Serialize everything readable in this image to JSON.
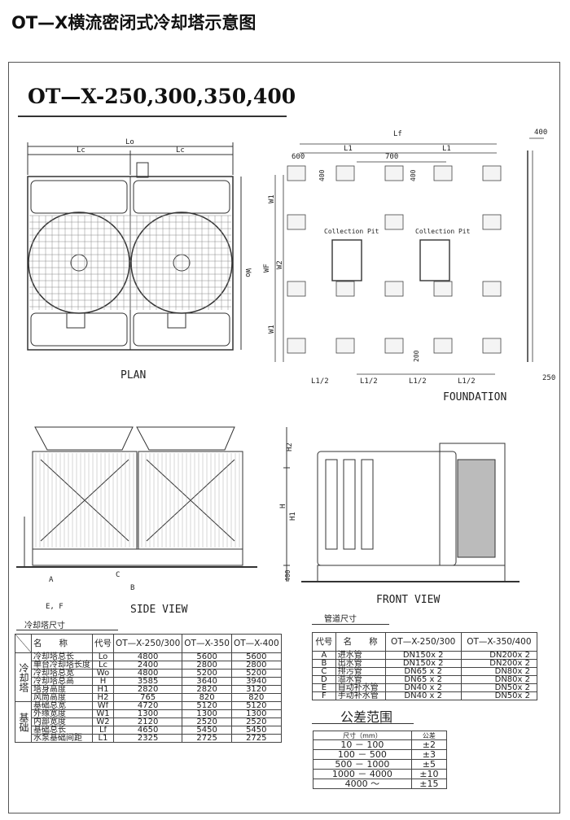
{
  "header": {
    "title": "OT—X横流密闭式冷却塔示意图",
    "subtitle": "OT—X-250,300,350,400"
  },
  "plan": {
    "label": "PLAN",
    "dims": {
      "lo": "Lo",
      "lc_left": "Lc",
      "lc_right": "Lc",
      "wo": "Wo"
    }
  },
  "foundation": {
    "label": "FOUNDATION",
    "pit_label_1": "Collection Pit",
    "pit_label_2": "Collection Pit",
    "dims": {
      "lf": "Lf",
      "l1_a": "L1",
      "l1_b": "L1",
      "d600": "600",
      "d700": "700",
      "d400_top": "400",
      "d400_a": "400",
      "d400_b": "400",
      "w1_top": "W1",
      "wf": "WF",
      "w2": "W2",
      "w1_bottom": "W1",
      "d200": "200",
      "half_a": "L1/2",
      "half_b": "L1/2",
      "half_c": "L1/2",
      "half_d": "L1/2",
      "d250": "250"
    }
  },
  "side_view": {
    "label": "SIDE VIEW",
    "pipes": {
      "a": "A",
      "b": "B",
      "c": "C",
      "ef": "E, F"
    }
  },
  "front_view": {
    "label": "FRONT VIEW",
    "dims": {
      "h2": "H2",
      "h": "H",
      "h1": "H1",
      "d400": "400"
    }
  },
  "dimensions_table": {
    "caption": "冷却塔尺寸",
    "headers": {
      "name": "名　　称",
      "code": "代号",
      "m1": "OT—X-250/300",
      "m2": "OT—X-350",
      "m3": "OT—X-400"
    },
    "groups": [
      {
        "label": "冷却塔"
      },
      {
        "label": "基础"
      }
    ],
    "rows": [
      {
        "name": "冷却塔总长",
        "code": "Lo",
        "v1": "4800",
        "v2": "5600",
        "v3": "5600"
      },
      {
        "name": "单台冷却塔长度",
        "code": "Lc",
        "v1": "2400",
        "v2": "2800",
        "v3": "2800"
      },
      {
        "name": "冷却塔总宽",
        "code": "Wo",
        "v1": "4800",
        "v2": "5200",
        "v3": "5200"
      },
      {
        "name": "冷却塔总高",
        "code": "H",
        "v1": "3585",
        "v2": "3640",
        "v3": "3940"
      },
      {
        "name": "塔身高度",
        "code": "H1",
        "v1": "2820",
        "v2": "2820",
        "v3": "3120"
      },
      {
        "name": "风筒高度",
        "code": "H2",
        "v1": "765",
        "v2": "820",
        "v3": "820"
      },
      {
        "name": "基础总宽",
        "code": "Wf",
        "v1": "4720",
        "v2": "5120",
        "v3": "5120"
      },
      {
        "name": "外缘宽度",
        "code": "W1",
        "v1": "1300",
        "v2": "1300",
        "v3": "1300"
      },
      {
        "name": "内部宽度",
        "code": "W2",
        "v1": "2120",
        "v2": "2520",
        "v3": "2520"
      },
      {
        "name": "基础总长",
        "code": "Lf",
        "v1": "4650",
        "v2": "5450",
        "v3": "5450"
      },
      {
        "name": "水泵基础间距",
        "code": "L1",
        "v1": "2325",
        "v2": "2725",
        "v3": "2725"
      }
    ]
  },
  "pipe_table": {
    "caption": "管道尺寸",
    "headers": {
      "code": "代号",
      "name": "名　　称",
      "m1": "OT—X-250/300",
      "m2": "OT—X-350/400"
    },
    "rows": [
      {
        "code": "A",
        "name": "进水管",
        "v1": "DN150x 2",
        "v2": "DN200x 2"
      },
      {
        "code": "B",
        "name": "出水管",
        "v1": "DN150x 2",
        "v2": "DN200x 2"
      },
      {
        "code": "C",
        "name": "排污管",
        "v1": "DN65 x 2",
        "v2": "DN80x 2"
      },
      {
        "code": "D",
        "name": "溢水管",
        "v1": "DN65 x 2",
        "v2": "DN80x 2"
      },
      {
        "code": "E",
        "name": "自动补水管",
        "v1": "DN40 x 2",
        "v2": "DN50x 2"
      },
      {
        "code": "F",
        "name": "手动补水管",
        "v1": "DN40 x 2",
        "v2": "DN50x 2"
      }
    ]
  },
  "tolerance_table": {
    "caption": "公差范围",
    "headers": {
      "size": "尺寸（mm）",
      "tol": "公差"
    },
    "rows": [
      {
        "size": "10 － 100",
        "tol": "±2"
      },
      {
        "size": "100 － 500",
        "tol": "±3"
      },
      {
        "size": "500 － 1000",
        "tol": "±5"
      },
      {
        "size": "1000 － 4000",
        "tol": "±10"
      },
      {
        "size": "4000 ～",
        "tol": "±15"
      }
    ]
  }
}
